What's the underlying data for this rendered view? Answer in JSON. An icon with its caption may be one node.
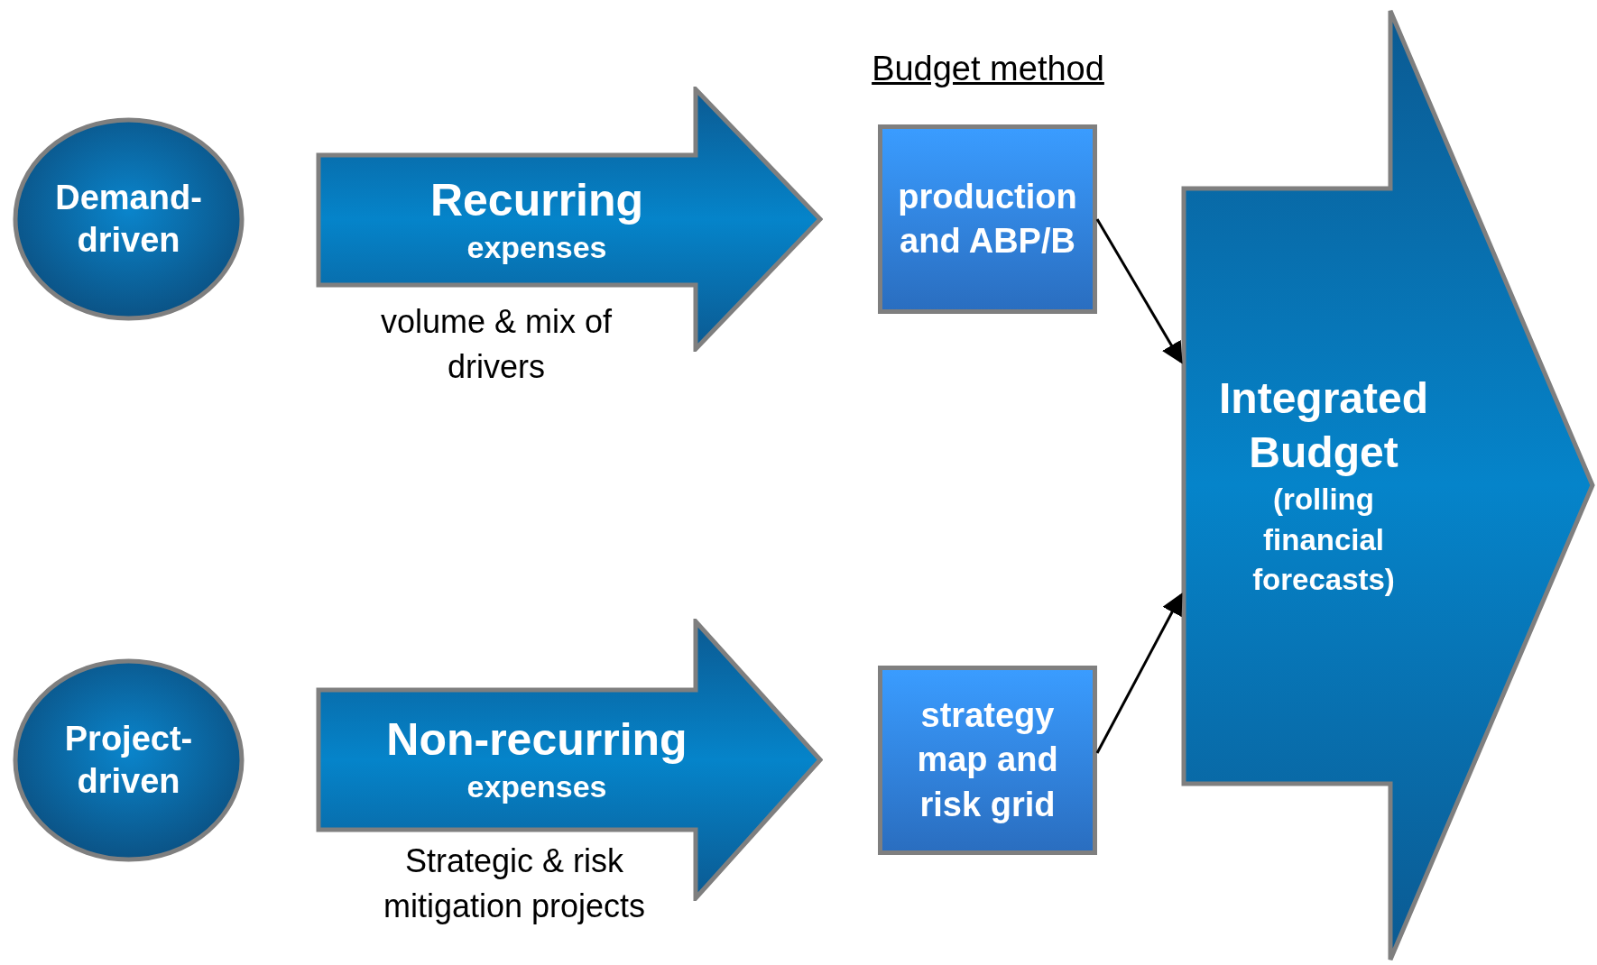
{
  "diagram": {
    "nodes": [
      {
        "text": [
          "Demand-driven"
        ]
      },
      {
        "text": [
          "Recurring",
          "expenses"
        ],
        "beside": [
          "volume & mix of drivers"
        ]
      },
      {
        "text": [
          "production and ABP/B"
        ]
      },
      {
        "text": [
          "Project-driven"
        ]
      },
      {
        "text": [
          "Non-recurring",
          "expenses"
        ],
        "beside": [
          "Strategic & risk mitigation projects"
        ]
      },
      {
        "text": [
          "strategy map and risk grid"
        ]
      },
      {
        "text": [
          "Integrated Budget",
          "(rolling financial forecasts)"
        ]
      }
    ],
    "edges": [
      {
        "from": 2,
        "to": 6,
        "arrow": "to"
      },
      {
        "from": 5,
        "to": 6,
        "arrow": "to"
      }
    ],
    "labels": [
      "Budget method"
    ]
  }
}
